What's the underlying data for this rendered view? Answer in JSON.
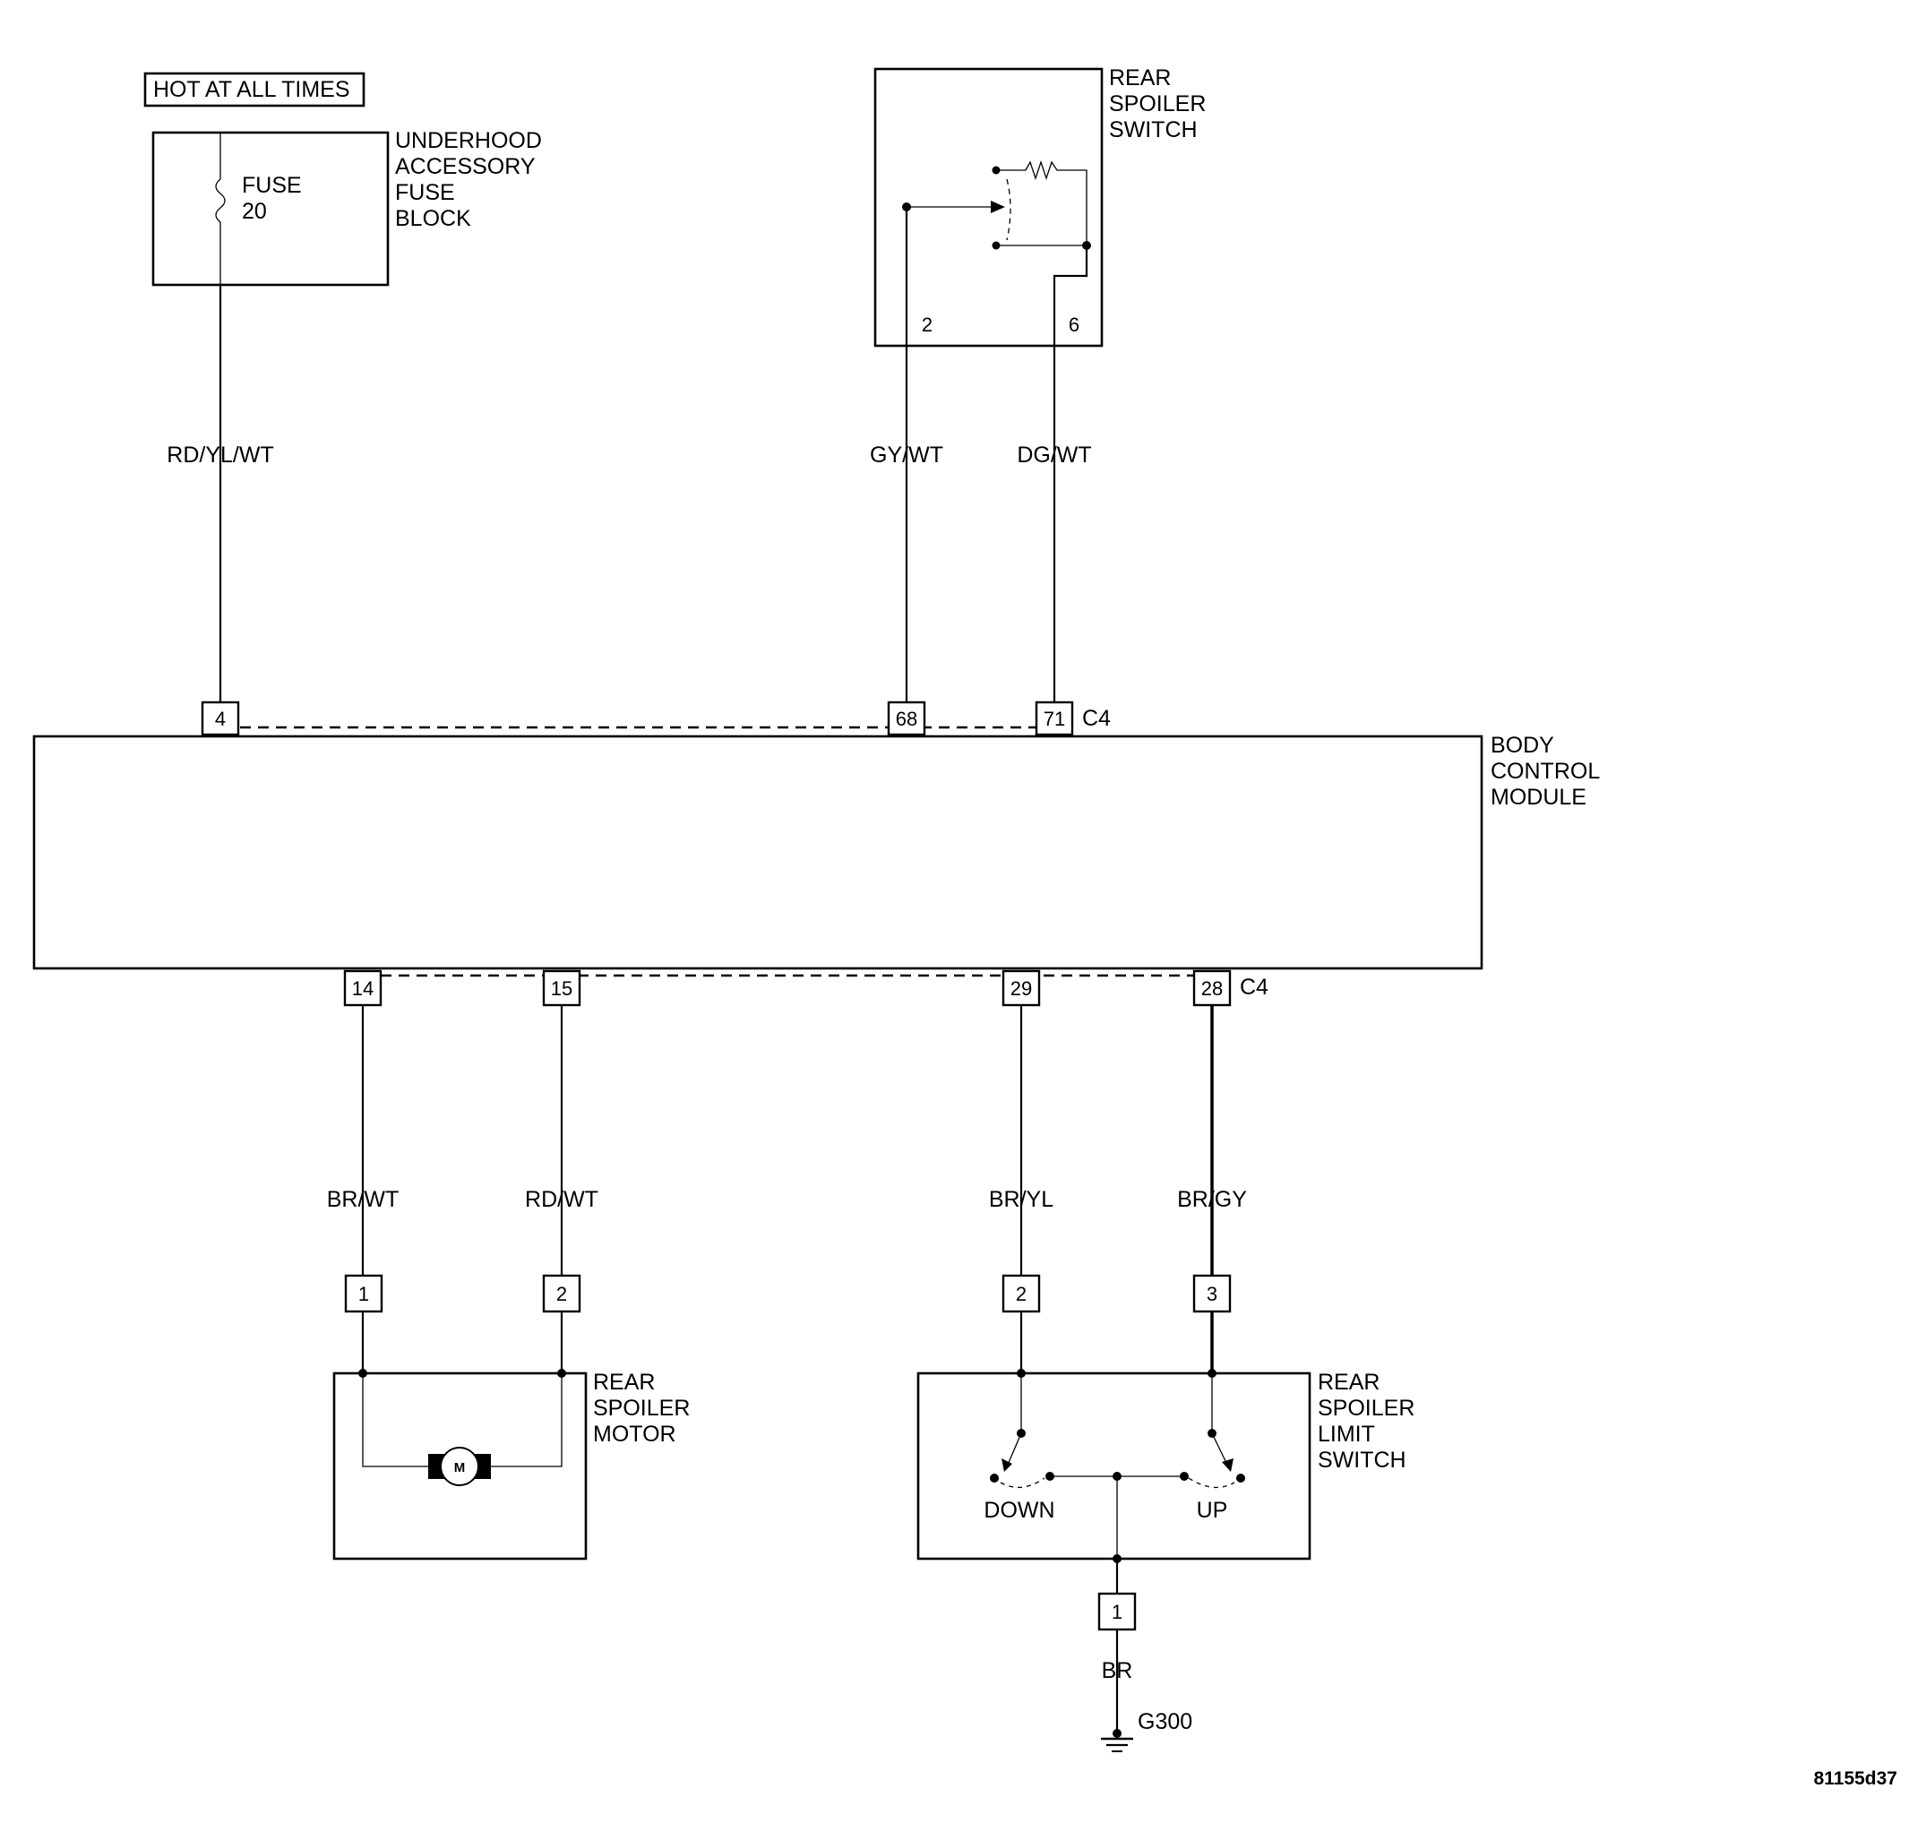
{
  "header": {
    "hot_label": "HOT AT ALL TIMES"
  },
  "fuse_block": {
    "name": [
      "UNDERHOOD",
      "ACCESSORY",
      "FUSE",
      "BLOCK"
    ],
    "fuse": [
      "FUSE",
      "20"
    ]
  },
  "spoiler_switch": {
    "name": [
      "REAR",
      "SPOILER",
      "SWITCH"
    ],
    "pins": [
      "2",
      "6"
    ]
  },
  "bcm": {
    "name": [
      "BODY",
      "CONTROL",
      "MODULE"
    ],
    "top_pins": [
      "4",
      "68",
      "71"
    ],
    "top_connector": "C4",
    "bottom_pins": [
      "14",
      "15",
      "29",
      "28"
    ],
    "bottom_connector": "C4"
  },
  "wires": {
    "rd_yl_wt": "RD/YL/WT",
    "gy_wt": "GY/WT",
    "dg_wt": "DG/WT",
    "br_wt": "BR/WT",
    "rd_wt": "RD/WT",
    "br_yl": "BR/YL",
    "br_gy": "BR/GY",
    "br": "BR"
  },
  "motor": {
    "name": [
      "REAR",
      "SPOILER",
      "MOTOR"
    ],
    "pins": [
      "1",
      "2"
    ],
    "symbol": "M"
  },
  "limit_switch": {
    "name": [
      "REAR",
      "SPOILER",
      "LIMIT",
      "SWITCH"
    ],
    "pins": [
      "2",
      "3",
      "1"
    ],
    "positions": [
      "DOWN",
      "UP"
    ]
  },
  "ground": {
    "label": "G300"
  },
  "figure_id": "81155d37"
}
